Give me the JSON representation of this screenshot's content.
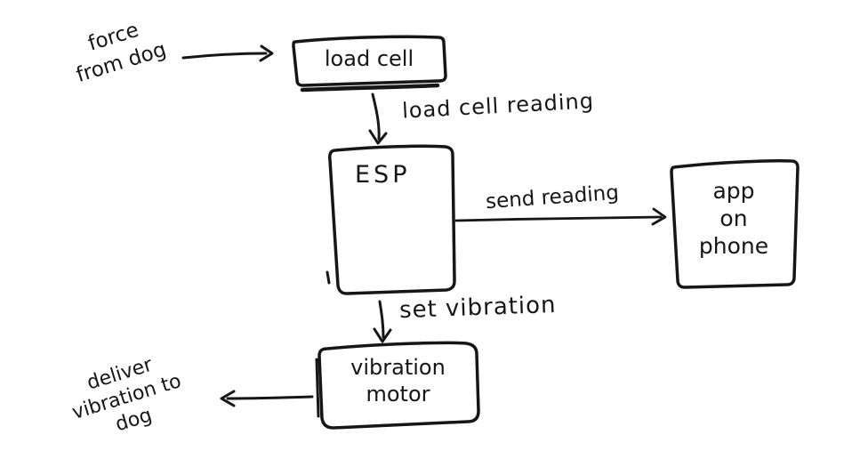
{
  "diagram": {
    "colors": {
      "ink": "#161616",
      "background": "#ffffff"
    },
    "nodes": {
      "load_cell": {
        "label": "load cell"
      },
      "esp": {
        "label": "ESP"
      },
      "app_on_phone": {
        "lines": [
          "app",
          "on",
          "phone"
        ]
      },
      "vibration_motor": {
        "lines": [
          "vibration",
          "motor"
        ]
      }
    },
    "edge_labels": {
      "load_cell_reading": "load cell reading",
      "send_reading": "send reading",
      "set_vibration": "set vibration"
    },
    "annotations": {
      "force_from_dog": {
        "lines": [
          "force",
          "from dog"
        ]
      },
      "deliver_vibration_to_dog": {
        "lines": [
          "deliver",
          "vibration to",
          "dog"
        ]
      }
    }
  }
}
